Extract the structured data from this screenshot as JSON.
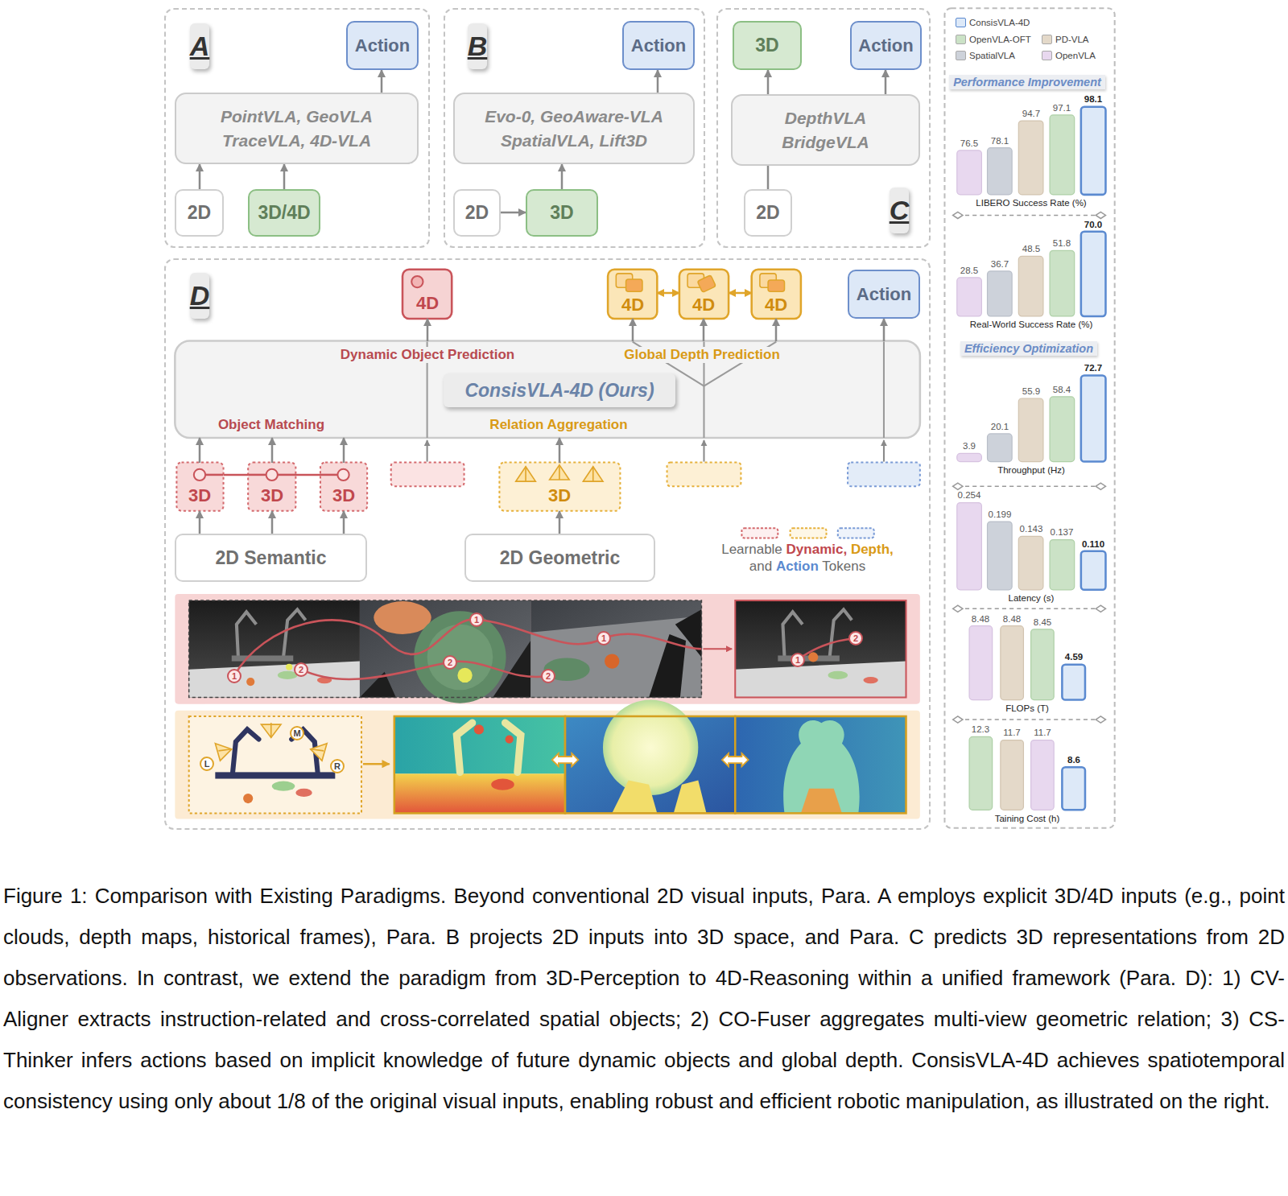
{
  "diagram": {
    "caption": "Figure 1: Comparison with Existing Paradigms. Beyond conventional 2D visual inputs, Para. A employs explicit 3D/4D inputs (e.g., point clouds, depth maps, historical frames), Para. B projects 2D inputs into 3D space, and Para. C predicts 3D representations from 2D observations. In contrast, we extend the paradigm from 3D-Perception to 4D-Reasoning within a unified framework (Para. D): 1) CV-Aligner extracts instruction-related and cross-correlated spatial objects; 2) CO-Fuser aggregates multi-view geometric relation; 3) CS-Thinker infers actions based on implicit knowledge of future dynamic objects and global depth. ConsisVLA-4D achieves spatiotemporal consistency using only about 1/8 of the original visual inputs, enabling robust and efficient robotic manipulation, as illustrated on the right.",
    "nodes": [
      {
        "text": [
          "A"
        ]
      },
      {
        "text": [
          "Action"
        ],
        "in": 0
      },
      {
        "text": [
          "PointVLA, GeoVLA TraceVLA, 4D-VLA"
        ],
        "in": 0
      },
      {
        "text": [
          "2D"
        ],
        "in": 0
      },
      {
        "text": [
          "3D/4D"
        ],
        "in": 0
      },
      {
        "text": [
          "B"
        ]
      },
      {
        "text": [
          "Action"
        ],
        "in": 5
      },
      {
        "text": [
          "Evo-0, GeoAware-VLA SpatialVLA, Lift3D"
        ],
        "in": 5
      },
      {
        "text": [
          "2D"
        ],
        "in": 5
      },
      {
        "text": [
          "3D"
        ],
        "in": 5
      },
      {
        "text": [
          "C"
        ]
      },
      {
        "text": [
          "3D"
        ],
        "in": 10
      },
      {
        "text": [
          "Action"
        ],
        "in": 10
      },
      {
        "text": [
          "DepthVLA BridgeVLA"
        ],
        "in": 10
      },
      {
        "text": [
          "2D"
        ],
        "in": 10
      },
      {
        "text": [
          "D"
        ]
      },
      {
        "text": [
          "4D"
        ],
        "in": 15
      },
      {
        "text": [
          "4D"
        ],
        "in": 15
      },
      {
        "text": [
          "4D"
        ],
        "in": 15
      },
      {
        "text": [
          "4D"
        ],
        "in": 15
      },
      {
        "text": [
          "Action"
        ],
        "in": 15
      },
      {
        "text": [
          "Dynamic Object Prediction",
          "Global Depth Prediction",
          "Object Matching",
          "Relation Aggregation"
        ],
        "in": 15
      },
      {
        "text": [
          "ConsisVLA-4D (Ours)"
        ],
        "in": 21
      },
      {
        "text": [
          "3D"
        ],
        "in": 15
      },
      {
        "text": [
          "3D"
        ],
        "in": 15
      },
      {
        "text": [
          "3D"
        ],
        "in": 15
      },
      {
        "text": [
          "3D"
        ],
        "in": 15
      },
      {
        "text": [
          "2D Semantic"
        ],
        "in": 15
      },
      {
        "text": [
          "2D Geometric"
        ],
        "in": 15
      }
    ],
    "edges": [
      {
        "from": 3,
        "to": 2,
        "arrow": "to"
      },
      {
        "from": 4,
        "to": 2,
        "arrow": "to"
      },
      {
        "from": 2,
        "to": 1,
        "arrow": "to"
      },
      {
        "from": 8,
        "to": 9,
        "arrow": "to"
      },
      {
        "from": 9,
        "to": 7,
        "arrow": "to"
      },
      {
        "from": 7,
        "to": 6,
        "arrow": "to"
      },
      {
        "from": 14,
        "to": 11,
        "arrow": "to"
      },
      {
        "from": 13,
        "to": 12,
        "arrow": "to"
      },
      {
        "from": 27,
        "to": 23,
        "arrow": "to"
      },
      {
        "from": 27,
        "to": 24,
        "arrow": "to"
      },
      {
        "from": 27,
        "to": 25,
        "arrow": "to"
      },
      {
        "from": 23,
        "to": 21,
        "arrow": "to"
      },
      {
        "from": 24,
        "to": 21,
        "arrow": "to"
      },
      {
        "from": 25,
        "to": 21,
        "arrow": "to"
      },
      {
        "from": 23,
        "to": 24,
        "arrow": "none"
      },
      {
        "from": 24,
        "to": 25,
        "arrow": "none"
      },
      {
        "from": 28,
        "to": 26,
        "arrow": "to"
      },
      {
        "from": 26,
        "to": 21,
        "arrow": "to"
      },
      {
        "from": 21,
        "to": 16,
        "arrow": "to"
      },
      {
        "from": 21,
        "to": 17,
        "arrow": "to"
      },
      {
        "from": 21,
        "to": 18,
        "arrow": "to"
      },
      {
        "from": 21,
        "to": 19,
        "arrow": "to"
      },
      {
        "from": 17,
        "to": 18,
        "arrow": "both"
      },
      {
        "from": 18,
        "to": 19,
        "arrow": "both"
      },
      {
        "from": 21,
        "to": 20,
        "arrow": "to"
      }
    ],
    "labels": [
      "Learnable Dynamic, Depth, and Action Tokens",
      "1",
      "2",
      "1",
      "2",
      "1",
      "2",
      "1",
      "2",
      "L",
      "M",
      "R",
      "Performance Improvement",
      "76.5",
      "78.1",
      "94.7",
      "97.1",
      "98.1",
      "LIBERO Success Rate (%)",
      "28.5",
      "36.7",
      "48.5",
      "51.8",
      "70.0",
      "Real-World Success Rate (%)",
      "Efficiency Optimization",
      "3.9",
      "20.1",
      "55.9",
      "58.4",
      "72.7",
      "Throughput (Hz)",
      "0.254",
      "0.199",
      "0.143",
      "0.137",
      "0.110",
      "Latency (s)",
      "8.48",
      "8.48",
      "8.45",
      "4.59",
      "FLOPs (T)",
      "12.3",
      "11.7",
      "11.7",
      "8.6",
      "Taining Cost (h)"
    ],
    "legend": [
      {
        "text": "ConsisVLA-4D",
        "color": "#dde9f8"
      },
      {
        "text": "OpenVLA-OFT",
        "color": "#cbe2c6"
      },
      {
        "text": "PD-VLA",
        "color": "#e4d9c9"
      },
      {
        "text": "SpatialVLA",
        "color": "#cdd2da"
      },
      {
        "text": "OpenVLA",
        "color": "#e8d8ef"
      }
    ]
  }
}
